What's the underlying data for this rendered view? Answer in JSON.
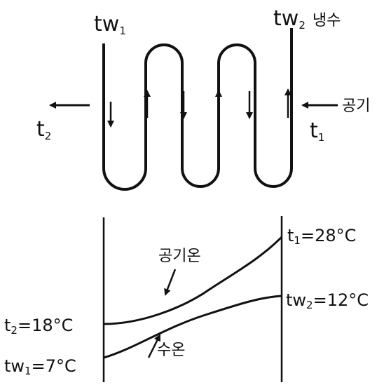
{
  "coil": {
    "inlet_label": "tw",
    "inlet_sub": "1",
    "outlet_label": "tw",
    "outlet_sub": "2",
    "outlet_note": "냉수",
    "air_in_label": "t",
    "air_in_sub": "1",
    "air_in_note": "공기",
    "air_out_label": "t",
    "air_out_sub": "2"
  },
  "temperature_profile": {
    "air_curve_label": "공기온",
    "water_curve_label": "수온",
    "t1_text": "t",
    "t1_sub": "1",
    "t1_value": "=28°C",
    "t2_text": "t",
    "t2_sub": "2",
    "t2_value": "=18°C",
    "tw1_text": "tw",
    "tw1_sub": "1",
    "tw1_value": "=7°C",
    "tw2_text": "tw",
    "tw2_sub": "2",
    "tw2_value": "=12°C"
  }
}
